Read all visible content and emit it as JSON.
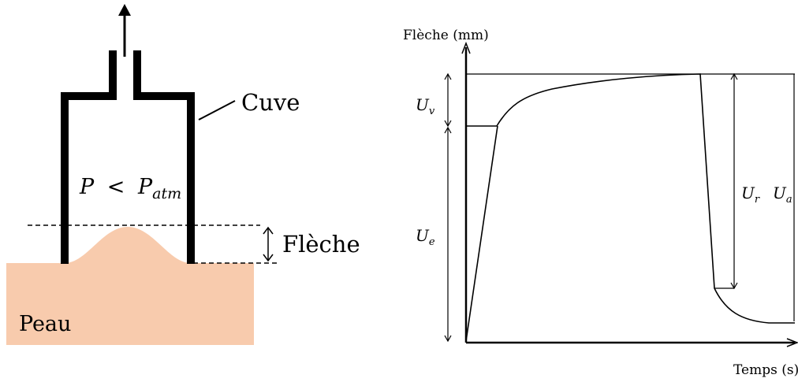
{
  "left_diagram": {
    "cup_label": "Cuve",
    "pressure": {
      "base": "P",
      "rel": "<",
      "sym": "P",
      "sub": "atm"
    },
    "deflection_label": "Flèche",
    "skin_label": "Peau",
    "colors": {
      "skin": "#F8CBAD",
      "cup": "#000000"
    }
  },
  "right_graph": {
    "ylabel": "Flèche (mm)",
    "xlabel": "Temps (s)",
    "labels": {
      "uv": {
        "base": "U",
        "sub": "v"
      },
      "ue": {
        "base": "U",
        "sub": "e"
      },
      "ur": {
        "base": "U",
        "sub": "r"
      },
      "ua": {
        "base": "U",
        "sub": "a"
      }
    }
  }
}
